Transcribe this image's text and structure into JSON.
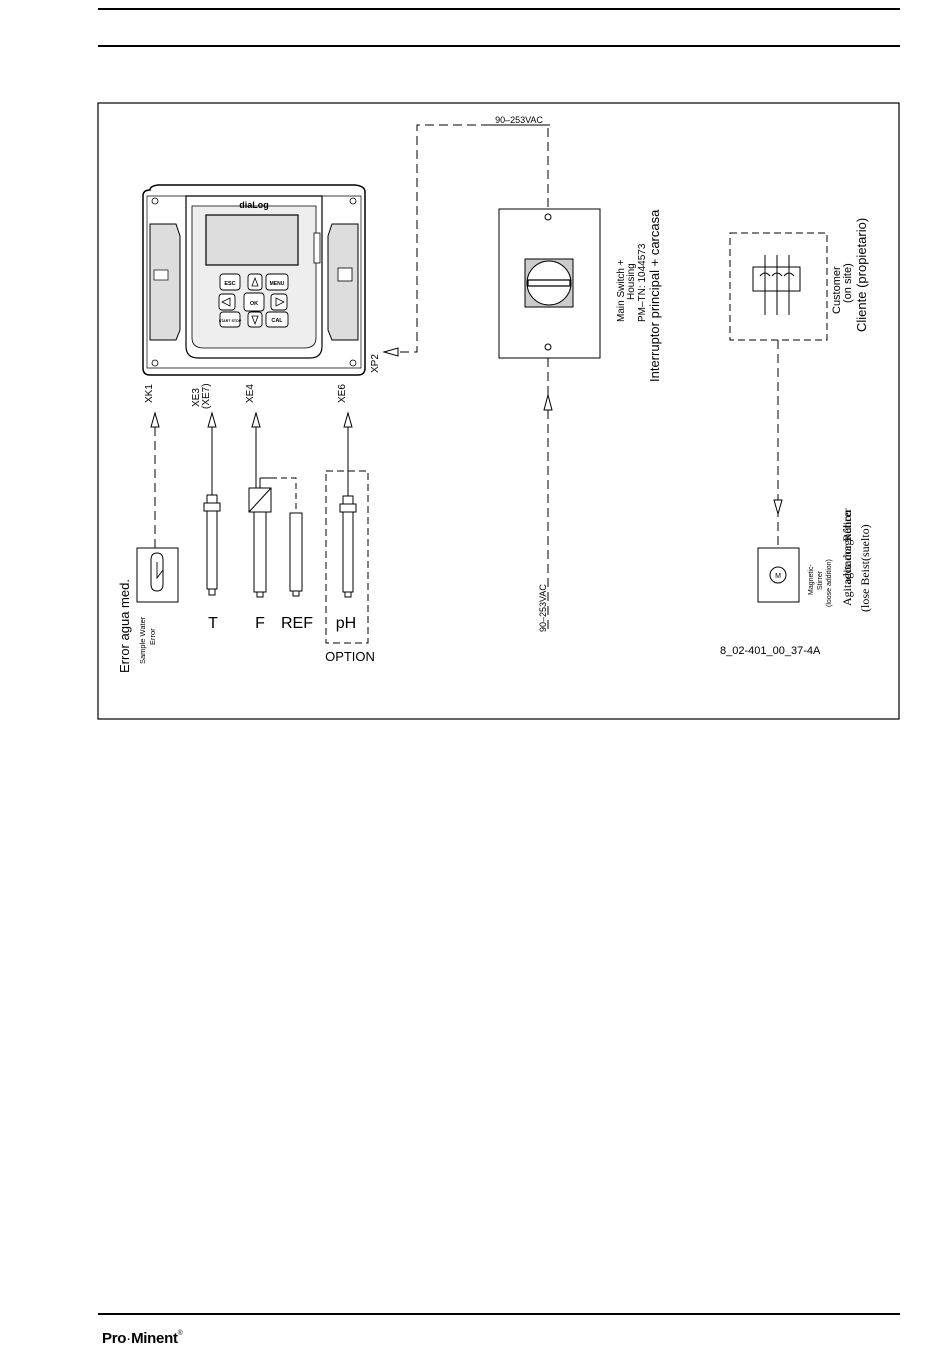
{
  "device": {
    "brand": "diaLog",
    "keys": {
      "esc": "ESC",
      "menu": "MENU",
      "ok": "OK",
      "start_stop": "START STOP",
      "cal": "CAL"
    }
  },
  "terminals": {
    "xk1": "XK1",
    "xe3": "XE3",
    "xe7": "(XE7)",
    "xe4": "XE4",
    "xe6": "XE6",
    "xp2": "XP2"
  },
  "supply": {
    "top": "90–253VAC",
    "bottom": "90–253VAC"
  },
  "main_switch": {
    "en_line1": "Main Switch +",
    "en_line2": "Housing",
    "en_line3": "PM–TN: 1044573",
    "es": "Interruptor principal + carcasa"
  },
  "customer": {
    "en_line1": "Customer",
    "en_line2": "(on site)",
    "es": "Cliente (propietario)"
  },
  "stirrer": {
    "en_line1": "Magnetic-",
    "en_line2": "Stirrer",
    "en_line3": "(loose addition)",
    "overlap_a": "Agitador magnético",
    "overlap_b": "(lose Beist(suelto)",
    "overlap_c": "agitador Rührer"
  },
  "sample_water": {
    "es": "Error agua med.",
    "en_line1": "Sample Water",
    "en_line2": "Error"
  },
  "sensors": {
    "t": "T",
    "f": "F",
    "ref": "REF",
    "ph": "pH",
    "option": "OPTION"
  },
  "drawing_id": "8_02-401_00_37-4A",
  "footer": {
    "brand_pro": "Pro",
    "brand_minent": "Minent",
    "registered": "®"
  }
}
